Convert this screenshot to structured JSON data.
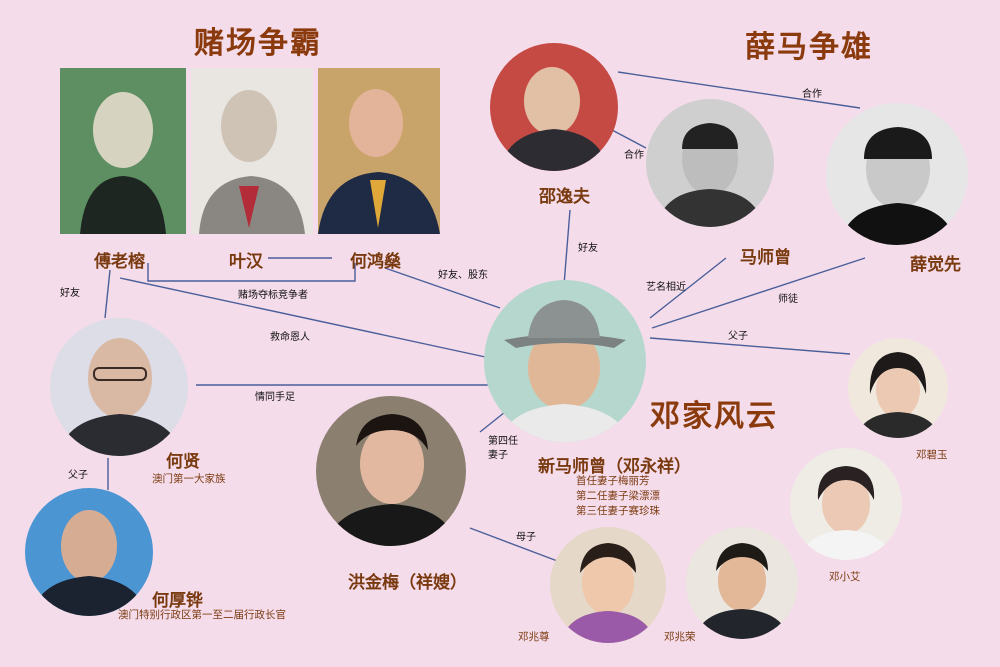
{
  "sections": {
    "casino": "赌场争霸",
    "shaw_sit": "薛马争雄",
    "tang": "邓家风云"
  },
  "people": {
    "fu_laorong": "傅老榕",
    "ye_han": "叶汉",
    "he_hongshen": "何鸿燊",
    "shao_yifu": "邵逸夫",
    "ma_shizeng": "马师曾",
    "xue_juexian": "薛觉先",
    "he_xian": "何贤",
    "he_xian_desc": "澳门第一大家族",
    "he_houhua": "何厚铧",
    "he_houhua_desc": "澳门特别行政区第一至二届行政长官",
    "hong_jinmei": "洪金梅（祥嫂）",
    "new_ma": "新马师曾（邓永祥）",
    "wives": [
      "首任妻子梅丽芳",
      "第二任妻子梁漂漂",
      "第三任妻子赛珍珠"
    ],
    "deng_biyu": "邓碧玉",
    "deng_xiaoai": "邓小艾",
    "deng_zhaozun": "邓兆尊",
    "deng_zhaorong": "邓兆荣"
  },
  "relations": {
    "friend1": "好友",
    "competitors": "赌场夺标竞争者",
    "friend_shareholder": "好友、股东",
    "savior": "救命恩人",
    "brothers": "情同手足",
    "father_son1": "父子",
    "friend2": "好友",
    "coop1": "合作",
    "coop2": "合作",
    "name_similar": "艺名相近",
    "mentor": "师徒",
    "father_son2": "父子",
    "fourth_wife_1": "第四任",
    "fourth_wife_2": "妻子",
    "mother_son": "母子"
  },
  "colors": {
    "background": "#f5dcea",
    "line": "#4a5f9a",
    "title": "#8a3a0c",
    "name": "#7a3a10"
  }
}
